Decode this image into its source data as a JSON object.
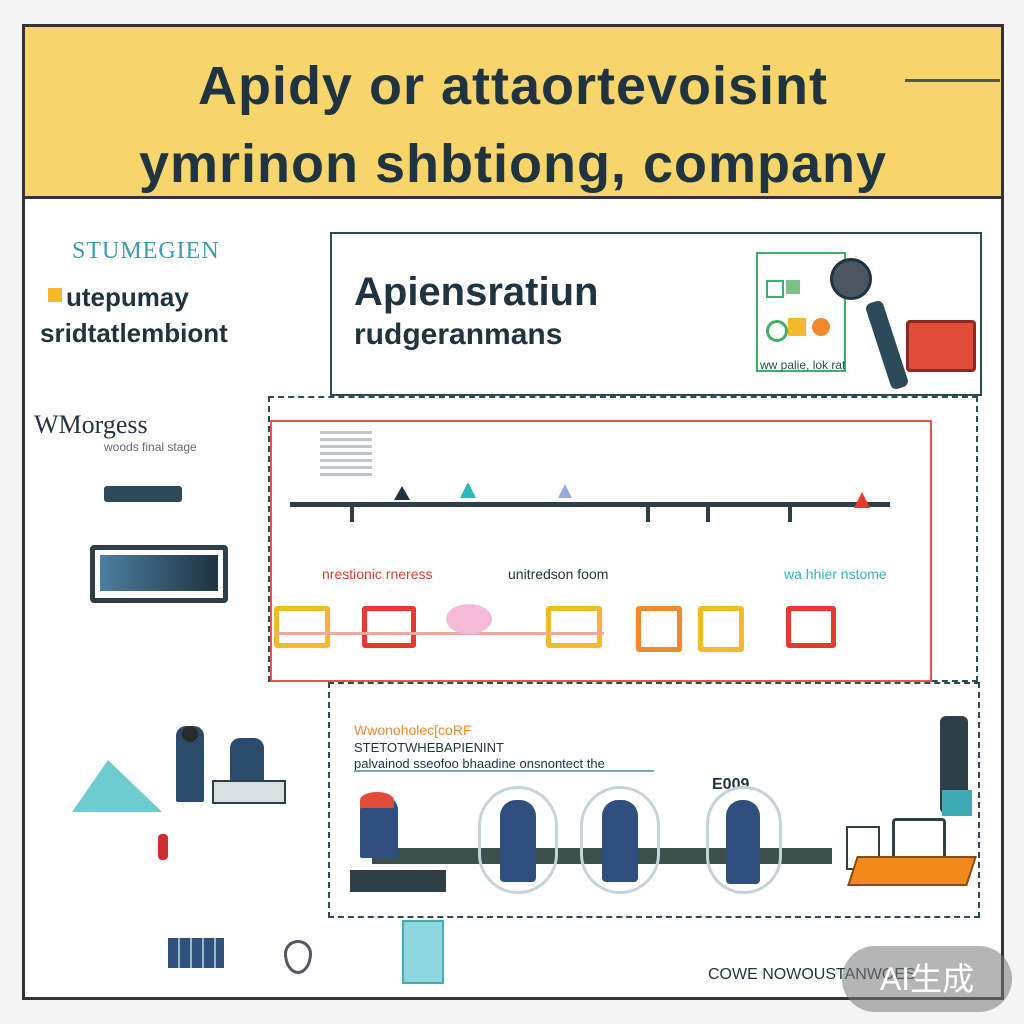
{
  "header": {
    "line1": "Apidy or attaortevoisint",
    "line2": "ymrinon shbtiong, company"
  },
  "left_panel": {
    "label_top": "STUMEGIEN",
    "label_line1": "utepumay",
    "label_line2": "sridtatlembiont",
    "wmg_title": "WMorgess",
    "wmg_sub": "woods final stage"
  },
  "top_box": {
    "title_line1": "Apiensratiun",
    "title_line2": "rudgeranmans",
    "caption": "ww palie, lok rat"
  },
  "process": {
    "label_left": "nrestionic rneress",
    "label_mid": "unitredson foom",
    "label_right": "wa hhier nstome"
  },
  "bottom_box": {
    "heading_orange": "Wwonoholec[coRF",
    "heading_dark": "STETOTWHEBAPIENINT",
    "heading_blue": "palvainod sseofoo bhaadine onsnontect the",
    "tag": "E009"
  },
  "footer": {
    "caption": "COWE NOWOUSTANWOES",
    "badge": "AI生成"
  },
  "colors": {
    "header_bg": "#f7d56a",
    "accent_red": "#e33b2f",
    "accent_yellow": "#f5b92c",
    "accent_teal": "#2fb7b7",
    "dark": "#1f3340"
  }
}
